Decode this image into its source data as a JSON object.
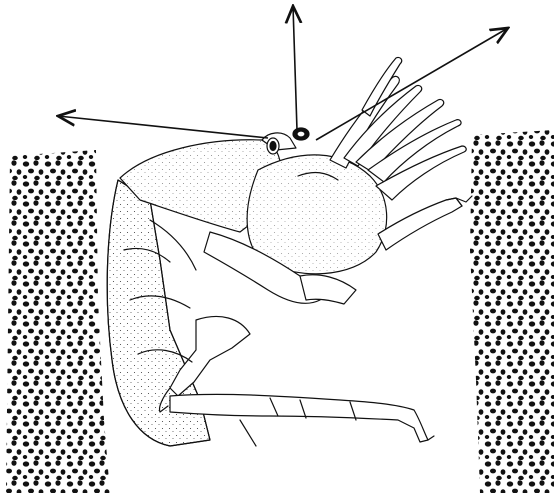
{
  "figure": {
    "ink_color": "#111111",
    "paper_color": "#ffffff",
    "arrows": [
      "arrow-left",
      "arrow-up",
      "arrow-upper-right"
    ],
    "icons": [
      "crab-illustration",
      "sediment-wall-left",
      "sediment-wall-right"
    ]
  }
}
